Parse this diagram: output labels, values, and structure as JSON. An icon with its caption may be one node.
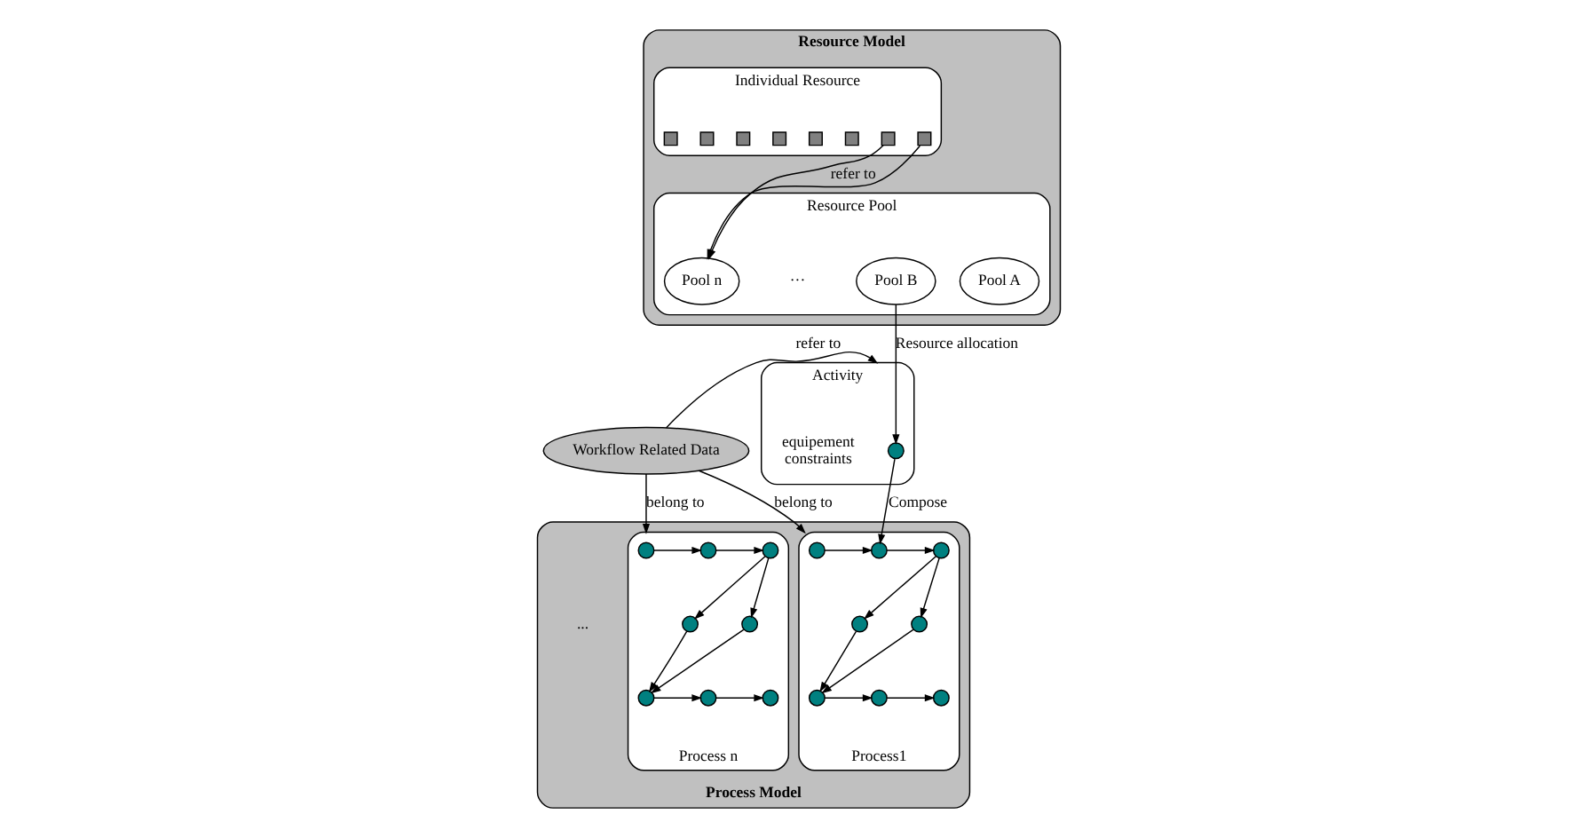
{
  "diagram": {
    "nodes": [
      {
        "text": [
          "Resource Model"
        ]
      },
      {
        "text": [
          "Resource Pool"
        ],
        "in": 0
      },
      {
        "text": [
          "Pool A"
        ],
        "in": 1
      },
      {
        "text": [
          "Pool B"
        ],
        "in": 1
      },
      {
        "text": [
          "Pool n"
        ],
        "in": 1
      },
      {
        "text": [
          "Individual Resource"
        ],
        "in": 0
      },
      {
        "text": [],
        "shape": "box",
        "in": 5
      },
      {
        "text": [],
        "shape": "box",
        "in": 5
      },
      {
        "text": [],
        "shape": "box",
        "in": 5
      },
      {
        "text": [],
        "shape": "box",
        "in": 5
      },
      {
        "text": [],
        "shape": "box",
        "in": 5
      },
      {
        "text": [],
        "shape": "box",
        "in": 5
      },
      {
        "text": [],
        "shape": "box",
        "in": 5
      },
      {
        "text": [],
        "shape": "box",
        "in": 5
      },
      {
        "text": [
          "Activity"
        ]
      },
      {
        "text": [],
        "shape": "circle",
        "in": 14,
        "beside": [
          "equipement",
          "constraints"
        ]
      },
      {
        "text": [
          "Workflow Related Data"
        ]
      },
      {
        "text": [
          "Process Model"
        ]
      },
      {
        "text": [
          "Process1"
        ],
        "in": 17
      },
      {
        "text": [],
        "shape": "circle",
        "in": 18
      },
      {
        "text": [],
        "shape": "circle",
        "in": 18
      },
      {
        "text": [],
        "shape": "circle",
        "in": 18
      },
      {
        "text": [],
        "shape": "circle",
        "in": 18
      },
      {
        "text": [],
        "shape": "circle",
        "in": 18
      },
      {
        "text": [],
        "shape": "circle",
        "in": 18
      },
      {
        "text": [],
        "shape": "circle",
        "in": 18
      },
      {
        "text": [],
        "shape": "circle",
        "in": 18
      },
      {
        "text": [
          "Process n"
        ],
        "in": 17
      },
      {
        "text": [],
        "shape": "circle",
        "in": 27
      },
      {
        "text": [],
        "shape": "circle",
        "in": 27
      },
      {
        "text": [],
        "shape": "circle",
        "in": 27
      },
      {
        "text": [],
        "shape": "circle",
        "in": 27
      },
      {
        "text": [],
        "shape": "circle",
        "in": 27
      },
      {
        "text": [],
        "shape": "circle",
        "in": 27
      },
      {
        "text": [],
        "shape": "circle",
        "in": 27
      },
      {
        "text": [],
        "shape": "circle",
        "in": 27
      }
    ],
    "edges": [
      {
        "from": 6,
        "to": 4,
        "arrow": "to",
        "label": "refer to"
      },
      {
        "from": 7,
        "to": 4,
        "arrow": "to"
      },
      {
        "from": 3,
        "to": 15,
        "arrow": "to",
        "label": "Resource allocation"
      },
      {
        "from": 16,
        "to": 14,
        "arrow": "to",
        "label": "refer to"
      },
      {
        "from": 15,
        "to": 20,
        "arrow": "to",
        "label": "Compose"
      },
      {
        "from": 16,
        "to": 18,
        "arrow": "to",
        "label": "belong to"
      },
      {
        "from": 16,
        "to": 27,
        "arrow": "to",
        "label": "belong to"
      },
      {
        "from": 19,
        "to": 20,
        "arrow": "to"
      },
      {
        "from": 20,
        "to": 21,
        "arrow": "to"
      },
      {
        "from": 21,
        "to": 22,
        "arrow": "to"
      },
      {
        "from": 21,
        "to": 23,
        "arrow": "to"
      },
      {
        "from": 22,
        "to": 24,
        "arrow": "to"
      },
      {
        "from": 23,
        "to": 24,
        "arrow": "to"
      },
      {
        "from": 24,
        "to": 25,
        "arrow": "to"
      },
      {
        "from": 25,
        "to": 26,
        "arrow": "to"
      },
      {
        "from": 28,
        "to": 29,
        "arrow": "to"
      },
      {
        "from": 29,
        "to": 30,
        "arrow": "to"
      },
      {
        "from": 30,
        "to": 31,
        "arrow": "to"
      },
      {
        "from": 30,
        "to": 32,
        "arrow": "to"
      },
      {
        "from": 31,
        "to": 33,
        "arrow": "to"
      },
      {
        "from": 32,
        "to": 33,
        "arrow": "to"
      },
      {
        "from": 33,
        "to": 34,
        "arrow": "to"
      },
      {
        "from": 34,
        "to": 35,
        "arrow": "to"
      }
    ],
    "labels": [
      "···",
      "..."
    ]
  }
}
